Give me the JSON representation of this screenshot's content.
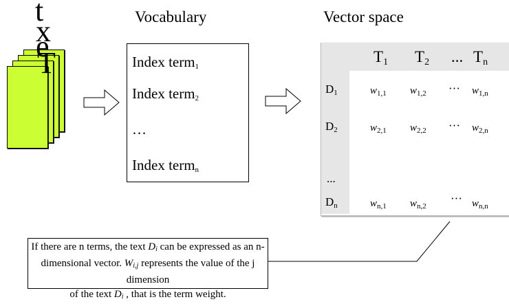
{
  "headings": {
    "vocabulary": "Vocabulary",
    "vector_space": "Vector space"
  },
  "text_icon": {
    "letters": [
      "t",
      "x",
      "e",
      "T"
    ],
    "doc_color": "#ccff33"
  },
  "vocabulary": {
    "items": [
      {
        "label": "Index term",
        "sub": "1"
      },
      {
        "label": "Index term",
        "sub": "2"
      },
      {
        "label": "…",
        "sub": ""
      },
      {
        "label": "Index term",
        "sub": "n"
      }
    ]
  },
  "vector_space": {
    "header_bg": "#e6e6e6",
    "columns": [
      {
        "label": "T",
        "sub": "1"
      },
      {
        "label": "T",
        "sub": "2"
      },
      {
        "label": "...",
        "sub": ""
      },
      {
        "label": "T",
        "sub": "n"
      }
    ],
    "rows": [
      {
        "label": "D",
        "sub": "1",
        "cells": [
          {
            "w": "w",
            "sub": "1,1"
          },
          {
            "w": "w",
            "sub": "1,2"
          },
          {
            "w": "···",
            "sub": ""
          },
          {
            "w": "w",
            "sub": "1,n"
          }
        ]
      },
      {
        "label": "D",
        "sub": "2",
        "cells": [
          {
            "w": "w",
            "sub": "2,1"
          },
          {
            "w": "w",
            "sub": "2,2"
          },
          {
            "w": "···",
            "sub": ""
          },
          {
            "w": "w",
            "sub": "2,n"
          }
        ]
      },
      {
        "label": "...",
        "sub": "",
        "cells": []
      },
      {
        "label": "D",
        "sub": "n",
        "cells": [
          {
            "w": "w",
            "sub": "n,1"
          },
          {
            "w": "w",
            "sub": "n,2"
          },
          {
            "w": "···",
            "sub": ""
          },
          {
            "w": "w",
            "sub": "n,n"
          }
        ]
      }
    ]
  },
  "caption": {
    "line1_a": "If there are n terms, the text ",
    "line1_var": "D",
    "line1_sub": "i",
    "line1_b": " can be expressed as an n-",
    "line2_a": "dimensional vector. ",
    "line2_var": "W",
    "line2_sub": "i,j",
    "line2_b": " represents the value of the j dimension",
    "line3_a": "of the text ",
    "line3_var": "D",
    "line3_sub": "i",
    "line3_b": " , that is the term weight."
  }
}
